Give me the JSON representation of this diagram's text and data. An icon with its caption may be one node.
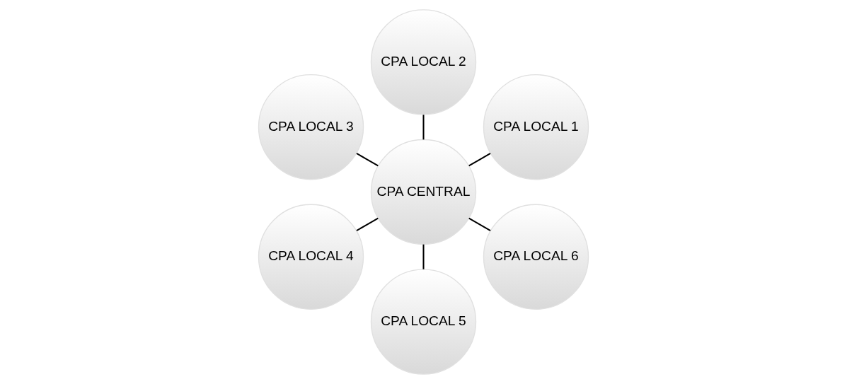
{
  "diagram": {
    "nodes": [
      {
        "text": [
          "CPA CENTRAL"
        ]
      },
      {
        "text": [
          "CPA LOCAL 1"
        ]
      },
      {
        "text": [
          "CPA LOCAL 2"
        ]
      },
      {
        "text": [
          "CPA LOCAL 3"
        ]
      },
      {
        "text": [
          "CPA LOCAL 4"
        ]
      },
      {
        "text": [
          "CPA LOCAL 5"
        ]
      },
      {
        "text": [
          "CPA LOCAL 6"
        ]
      }
    ],
    "edges": [
      {
        "from": 0,
        "to": 1,
        "arrow": "none"
      },
      {
        "from": 0,
        "to": 2,
        "arrow": "none"
      },
      {
        "from": 0,
        "to": 3,
        "arrow": "none"
      },
      {
        "from": 0,
        "to": 4,
        "arrow": "none"
      },
      {
        "from": 0,
        "to": 5,
        "arrow": "none"
      },
      {
        "from": 0,
        "to": 6,
        "arrow": "none"
      }
    ]
  }
}
